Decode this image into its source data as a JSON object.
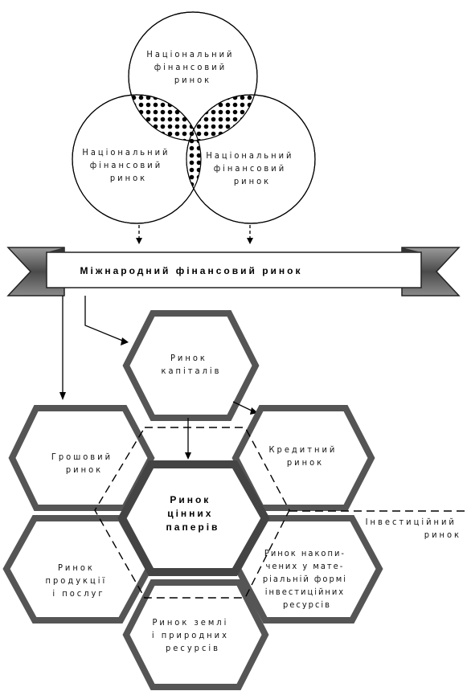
{
  "circles": {
    "top": [
      "Національний",
      "фінансовий",
      "ринок"
    ],
    "left": [
      "Національний",
      "фінансовий",
      "ринок"
    ],
    "right": [
      "Національний",
      "фінансовий",
      "ринок"
    ]
  },
  "banner": "Міжнародний фінансовий ринок",
  "hexes": {
    "capital": [
      "Ринок",
      "капіталів"
    ],
    "money": [
      "Грошовий",
      "ринок"
    ],
    "credit": [
      "Кредитний",
      "ринок"
    ],
    "securities": [
      "Ринок",
      "цінних",
      "паперів"
    ],
    "products": [
      "Ринок",
      "продукції",
      "і послуг"
    ],
    "accum": [
      "Ринок накопи-",
      "чених у мате-",
      "ріальній формі",
      "інвестиційних",
      "ресурсів"
    ],
    "land": [
      "Ринок землі",
      "і природних",
      "ресурсів"
    ]
  },
  "investment_label": [
    "Інвестиційний",
    "ринок"
  ],
  "colors": {
    "hex_border": "#555555",
    "banner_fill": "#6e6e6e",
    "dots": "#000000"
  }
}
